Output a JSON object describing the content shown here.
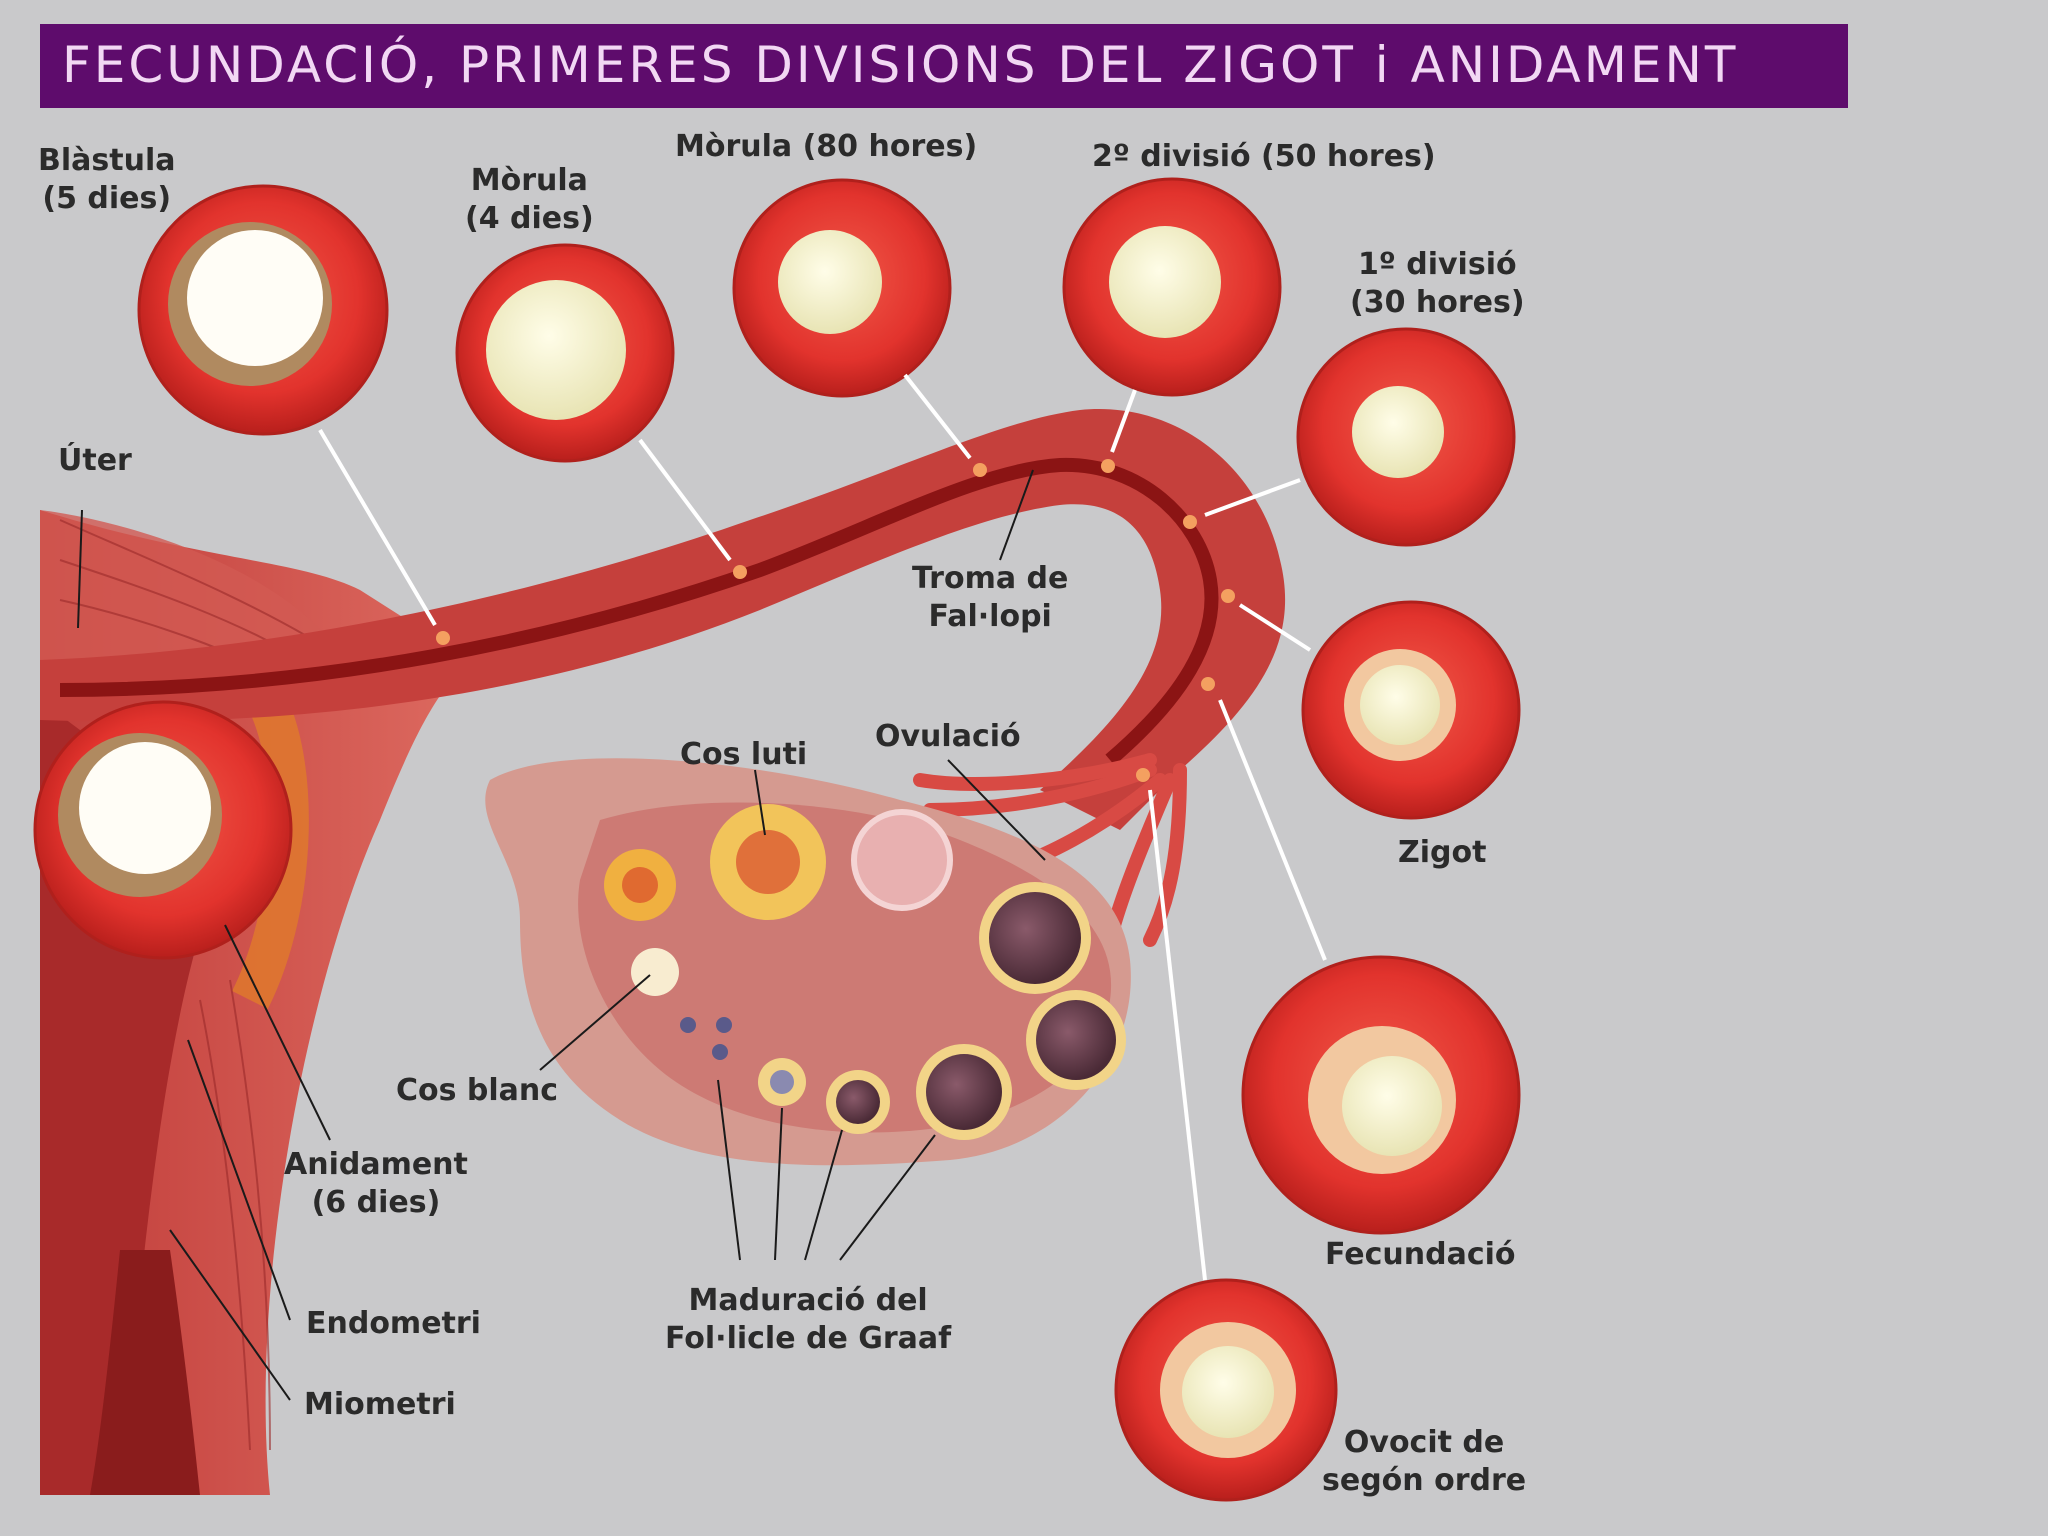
{
  "title": "FECUNDACIÓ, PRIMERES  DIVISIONS   DEL  ZIGOT  i  ANIDAMENT",
  "colors": {
    "title_bg": "#5e0c6c",
    "title_text": "#f2d8f4",
    "background": "#c9c9cb",
    "tissue": "#c94a4a",
    "cell_ring": "#e2332d"
  },
  "labels": {
    "blastula": [
      "Blàstula",
      "(5 dies)"
    ],
    "morula_4": [
      "Mòrula",
      "(4 dies)"
    ],
    "morula_80": [
      "Mòrula (80 hores)"
    ],
    "div2": [
      "2º  divisió (50 hores)"
    ],
    "div1": [
      "1º divisió",
      "(30 hores)"
    ],
    "uter": [
      "Úter"
    ],
    "trompa": [
      "Troma de",
      "Fal·lopi"
    ],
    "ovulacio": [
      "Ovulació"
    ],
    "cos_luti": [
      "Cos luti"
    ],
    "zigot": [
      "Zigot"
    ],
    "cos_blanc": [
      "Cos blanc"
    ],
    "anidament": [
      "Anidament",
      "(6 dies)"
    ],
    "endometri": [
      "Endometri"
    ],
    "miometri": [
      "Miometri"
    ],
    "maduracio": [
      "Maduració del",
      "Fol·licle de Graaf"
    ],
    "fecundacio": [
      "Fecundació"
    ],
    "ovocit": [
      "Ovocit de",
      "segón ordre"
    ]
  }
}
